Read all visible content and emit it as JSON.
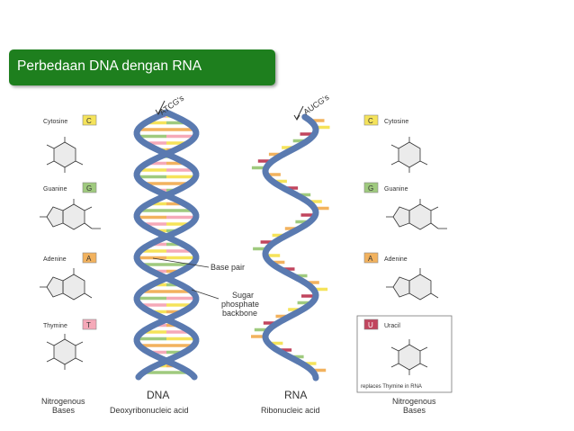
{
  "slide": {
    "title": "Perbedaan DNA dengan RNA"
  },
  "colors": {
    "title_bar": "#1e7f1e",
    "backbone": "#5a7ab0",
    "cytosine": "#f5e35a",
    "guanine": "#9fca7e",
    "adenine": "#f2b25e",
    "thymine": "#f5a9b8",
    "uracil": "#c1455e"
  },
  "dna_side": {
    "bases": [
      {
        "name": "Cytosine",
        "letter": "C",
        "color_key": "cytosine"
      },
      {
        "name": "Guanine",
        "letter": "G",
        "color_key": "guanine"
      },
      {
        "name": "Adenine",
        "letter": "A",
        "color_key": "adenine"
      },
      {
        "name": "Thymine",
        "letter": "T",
        "color_key": "thymine"
      }
    ],
    "strand_label": "ATCG's",
    "title": "DNA",
    "subtitle": "Deoxyribonucleic acid"
  },
  "rna_side": {
    "bases": [
      {
        "name": "Cytosine",
        "letter": "C",
        "color_key": "cytosine"
      },
      {
        "name": "Guanine",
        "letter": "G",
        "color_key": "guanine"
      },
      {
        "name": "Adenine",
        "letter": "A",
        "color_key": "adenine"
      },
      {
        "name": "Uracil",
        "letter": "U",
        "color_key": "uracil"
      }
    ],
    "strand_label": "AUCG's",
    "title": "RNA",
    "subtitle": "Ribonucleic acid",
    "uracil_note": "replaces Thymine in RNA"
  },
  "callouts": {
    "base_pair": "Base pair",
    "backbone_line1": "Sugar",
    "backbone_line2": "phosphate",
    "backbone_line3": "backbone"
  },
  "footer": {
    "left_line1": "Nitrogenous",
    "left_line2": "Bases",
    "right_line1": "Nitrogenous",
    "right_line2": "Bases"
  }
}
